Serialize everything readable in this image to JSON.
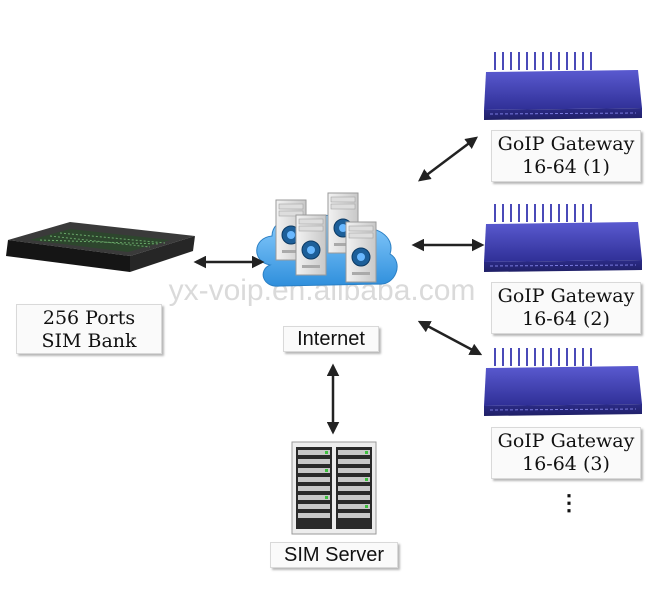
{
  "watermark": "yx-voip.en.alibaba.com",
  "nodes": {
    "sim_bank": {
      "line1": "256 Ports",
      "line2": "SIM Bank"
    },
    "internet": {
      "label": "Internet"
    },
    "sim_server": {
      "label": "SIM Server"
    },
    "gateway_1": {
      "line1": "GoIP Gateway",
      "line2": "16-64 (1)"
    },
    "gateway_2": {
      "line1": "GoIP Gateway",
      "line2": "16-64 (2)"
    },
    "gateway_3": {
      "line1": "GoIP Gateway",
      "line2": "16-64 (3)"
    }
  },
  "more_indicator": "⋮",
  "colors": {
    "gateway_body": "#3a3aa8",
    "cloud": "#3a9be0",
    "arrow": "#222222",
    "sim_bank_body": "#1c1c1c"
  }
}
